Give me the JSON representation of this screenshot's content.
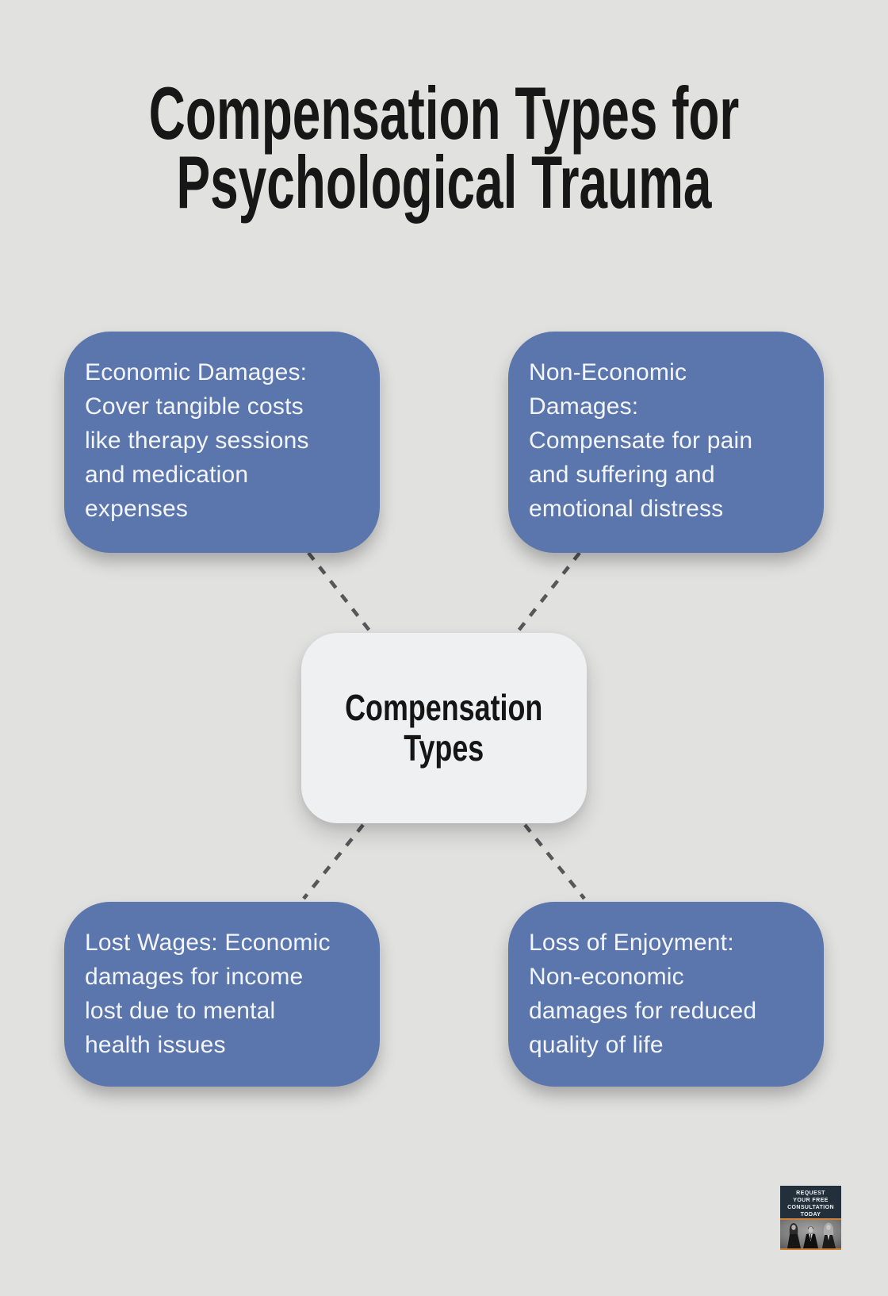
{
  "title": "Compensation Types for\nPsychological Trauma",
  "center_node": {
    "label": "Compensation\nTypes"
  },
  "nodes": [
    {
      "id": "economic-damages",
      "position": "top-left",
      "text": "Economic Damages:\nCover tangible costs\nlike therapy sessions\nand medication\nexpenses"
    },
    {
      "id": "non-economic-damages",
      "position": "top-right",
      "text": "Non-Economic\nDamages:\nCompensate for pain\nand suffering and\nemotional distress"
    },
    {
      "id": "lost-wages",
      "position": "bottom-left",
      "text": "Lost Wages: Economic\ndamages for income\nlost due to mental\nhealth issues"
    },
    {
      "id": "loss-of-enjoyment",
      "position": "bottom-right",
      "text": "Loss of Enjoyment:\nNon-economic\ndamages for reduced\nquality of life"
    }
  ],
  "badge": {
    "cta": "REQUEST\nYOUR FREE\nCONSULTATION\nTODAY",
    "photo_icon": "law-team-photo"
  },
  "colors": {
    "background": "#e1e1e0",
    "node_blue": "#5b76ad",
    "node_text": "#f3f5f8",
    "center_bg": "#eff0f2",
    "center_text": "#151515",
    "title_text": "#171717",
    "connector": "#57575a",
    "badge_bg": "#232f3a",
    "badge_accent": "#cf8138"
  }
}
